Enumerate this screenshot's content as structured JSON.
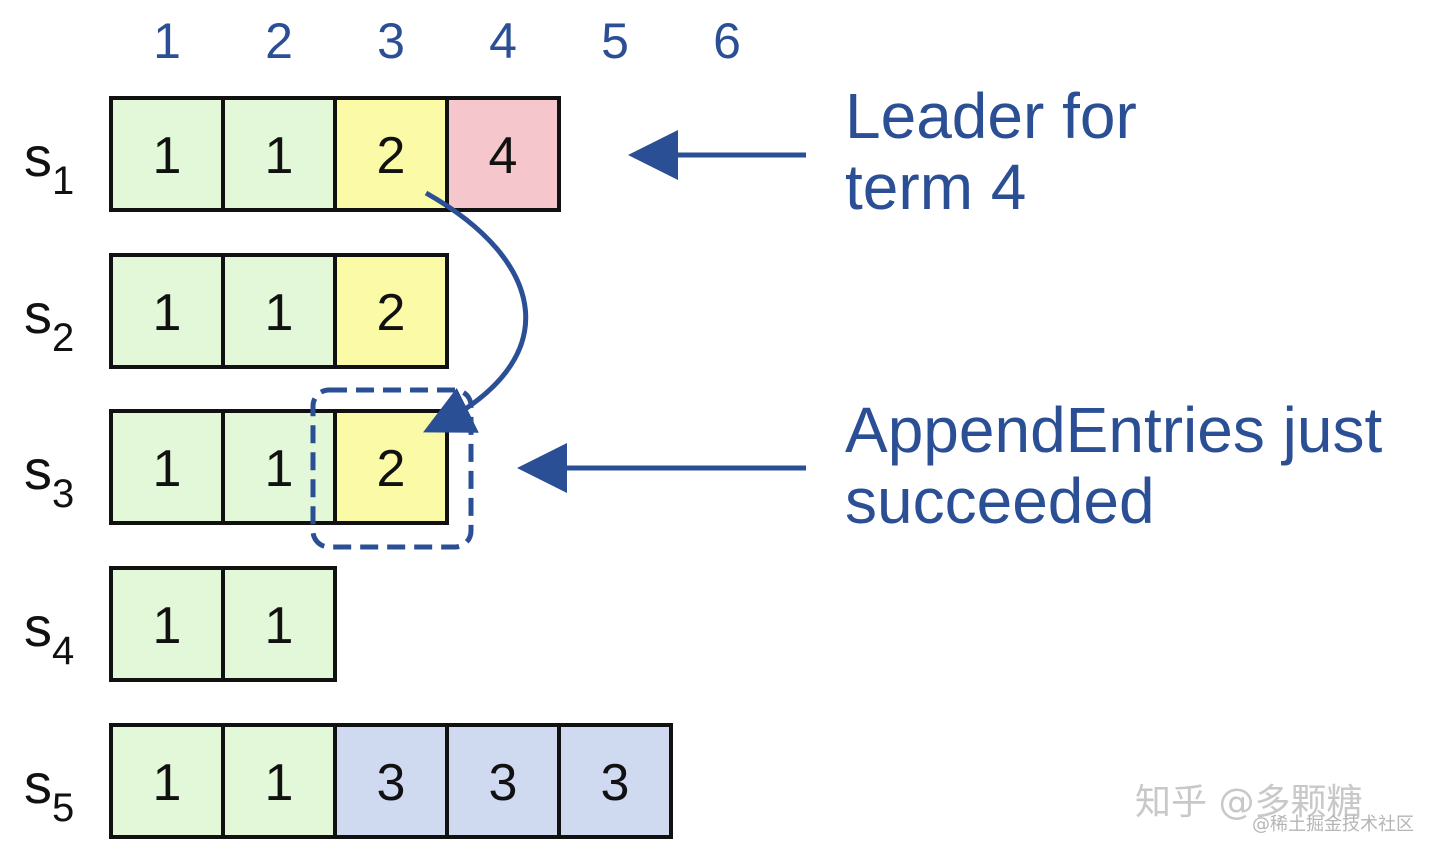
{
  "index_labels": [
    "1",
    "2",
    "3",
    "4",
    "5",
    "6"
  ],
  "servers": [
    {
      "name": "s",
      "sub": "1",
      "entries": [
        1,
        1,
        2,
        4
      ]
    },
    {
      "name": "s",
      "sub": "2",
      "entries": [
        1,
        1,
        2
      ]
    },
    {
      "name": "s",
      "sub": "3",
      "entries": [
        1,
        1,
        2
      ]
    },
    {
      "name": "s",
      "sub": "4",
      "entries": [
        1,
        1
      ]
    },
    {
      "name": "s",
      "sub": "5",
      "entries": [
        1,
        1,
        3,
        3,
        3
      ]
    }
  ],
  "term_colors": {
    "1": "#e3f8d8",
    "2": "#fbfaa6",
    "3": "#cfdaf1",
    "4": "#f5c7cc"
  },
  "annotations": {
    "leader_line1": "Leader for",
    "leader_line2": "term 4",
    "append_line1": "AppendEntries just",
    "append_line2": "succeeded"
  },
  "accent_color": "#2b4f95",
  "watermark": {
    "main": "知乎 @多颗糖",
    "sub": "@稀土掘金技术社区"
  }
}
